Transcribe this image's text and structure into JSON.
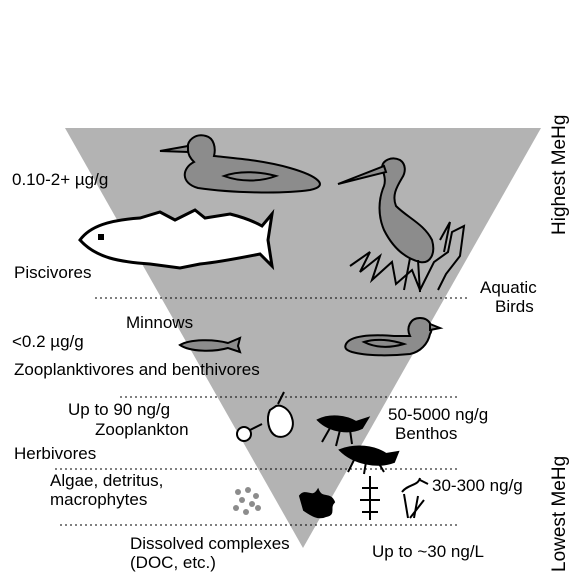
{
  "side_labels": {
    "top": "Highest MeHg",
    "bottom": "Lowest MeHg"
  },
  "levels": {
    "piscivores": {
      "concentration": "0.10-2+ µg/g",
      "name": "Piscivores"
    },
    "aquatic_birds": {
      "name_line1": "Aquatic",
      "name_line2": "Birds"
    },
    "minnows": {
      "name": "Minnows",
      "concentration": "<0.2 µg/g"
    },
    "zooplanktivores": {
      "name": "Zooplanktivores and benthivores"
    },
    "zooplankton": {
      "concentration": "Up to 90 ng/g",
      "name": "Zooplankton"
    },
    "benthos": {
      "concentration": "50-5000 ng/g",
      "name": "Benthos"
    },
    "herbivores": {
      "name": "Herbivores"
    },
    "algae": {
      "line1": "Algae, detritus,",
      "line2": "macrophytes",
      "concentration": "30-300 ng/g"
    },
    "dissolved": {
      "line1": "Dissolved complexes",
      "line2": "(DOC, etc.)",
      "concentration": "Up to ~30 ng/L"
    }
  },
  "colors": {
    "pyramid": "#b3b3b3",
    "animal_fill": "#8c8c8c",
    "ink": "#000000"
  }
}
